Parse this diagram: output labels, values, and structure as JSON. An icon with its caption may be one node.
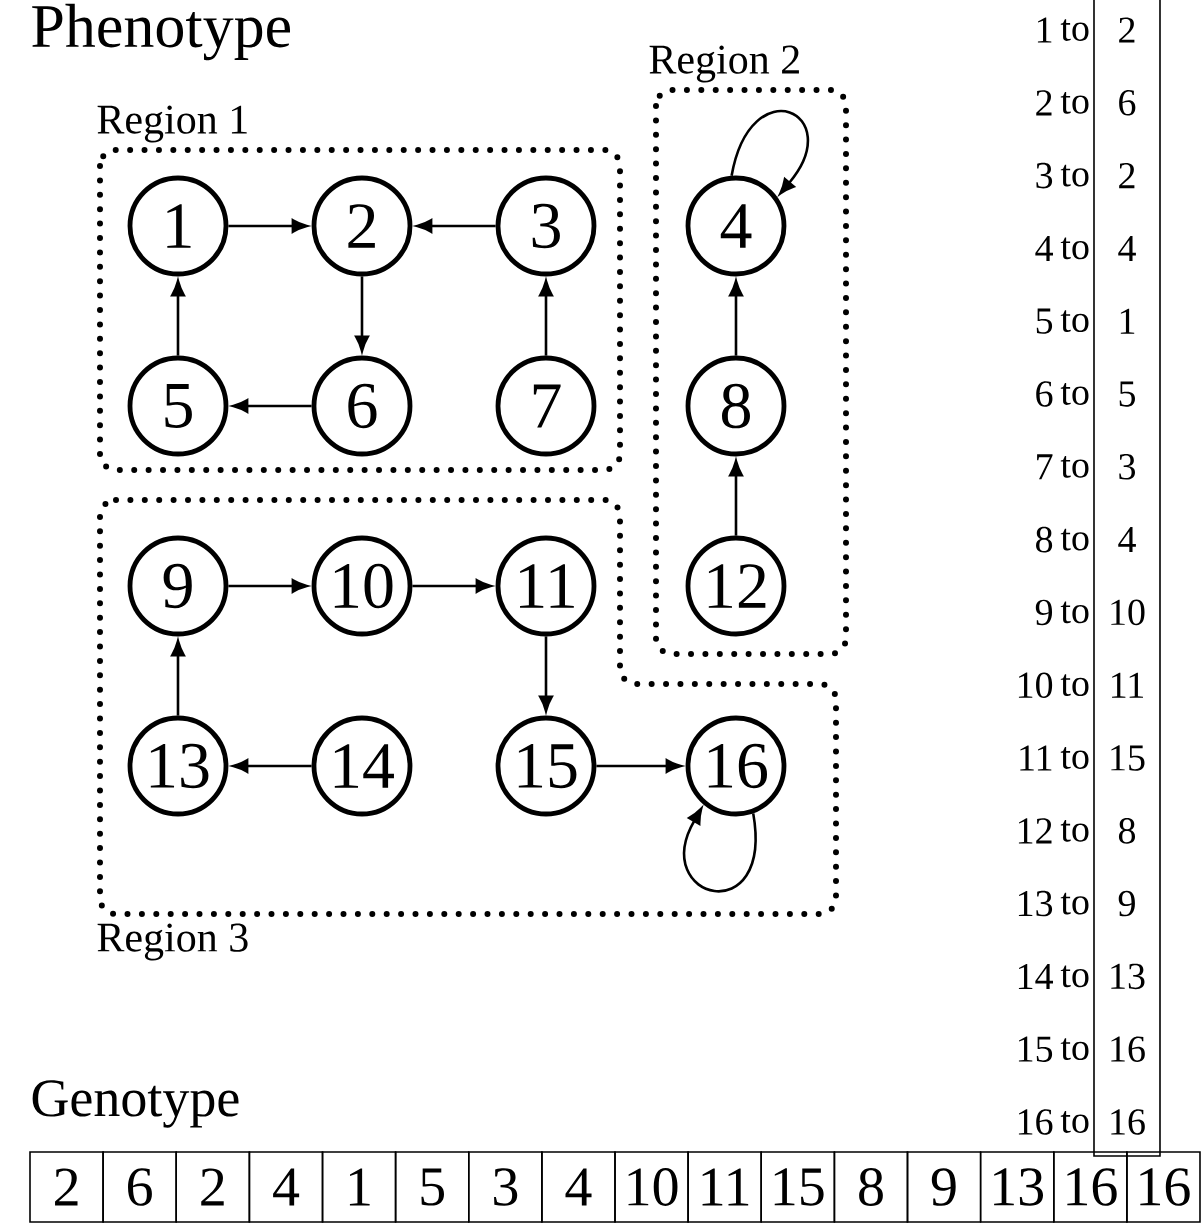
{
  "diagram": {
    "title": "Phenotype",
    "nodes": [
      {
        "text": [
          "Region 1"
        ]
      },
      {
        "text": [
          "1"
        ],
        "in": 0
      },
      {
        "text": [
          "2"
        ],
        "in": 0
      },
      {
        "text": [
          "3"
        ],
        "in": 0
      },
      {
        "text": [
          "5"
        ],
        "in": 0
      },
      {
        "text": [
          "6"
        ],
        "in": 0
      },
      {
        "text": [
          "7"
        ],
        "in": 0
      },
      {
        "text": [
          "Region 2"
        ]
      },
      {
        "text": [
          "4"
        ],
        "in": 7
      },
      {
        "text": [
          "8"
        ],
        "in": 7
      },
      {
        "text": [
          "12"
        ],
        "in": 7
      },
      {
        "text": [
          "Region 3"
        ]
      },
      {
        "text": [
          "9"
        ],
        "in": 11
      },
      {
        "text": [
          "10"
        ],
        "in": 11
      },
      {
        "text": [
          "11"
        ],
        "in": 11
      },
      {
        "text": [
          "13"
        ],
        "in": 11
      },
      {
        "text": [
          "14"
        ],
        "in": 11
      },
      {
        "text": [
          "15"
        ],
        "in": 11
      },
      {
        "text": [
          "16"
        ],
        "in": 11
      }
    ],
    "edges": [
      {
        "from": 1,
        "to": 2,
        "arrow": "to"
      },
      {
        "from": 3,
        "to": 2,
        "arrow": "to"
      },
      {
        "from": 2,
        "to": 5,
        "arrow": "to"
      },
      {
        "from": 5,
        "to": 4,
        "arrow": "to"
      },
      {
        "from": 4,
        "to": 1,
        "arrow": "to"
      },
      {
        "from": 6,
        "to": 3,
        "arrow": "to"
      },
      {
        "from": 8,
        "to": 8,
        "arrow": "to"
      },
      {
        "from": 9,
        "to": 8,
        "arrow": "to"
      },
      {
        "from": 10,
        "to": 9,
        "arrow": "to"
      },
      {
        "from": 12,
        "to": 13,
        "arrow": "to"
      },
      {
        "from": 13,
        "to": 14,
        "arrow": "to"
      },
      {
        "from": 14,
        "to": 17,
        "arrow": "to"
      },
      {
        "from": 17,
        "to": 18,
        "arrow": "to"
      },
      {
        "from": 18,
        "to": 18,
        "arrow": "to"
      },
      {
        "from": 15,
        "to": 12,
        "arrow": "to"
      },
      {
        "from": 16,
        "to": 15,
        "arrow": "to"
      }
    ],
    "labels": [
      "1",
      "to",
      "2",
      "2",
      "to",
      "6",
      "3",
      "to",
      "2",
      "4",
      "to",
      "4",
      "5",
      "to",
      "1",
      "6",
      "to",
      "5",
      "7",
      "to",
      "3",
      "8",
      "to",
      "4",
      "9",
      "to",
      "10",
      "10",
      "to",
      "11",
      "11",
      "to",
      "15",
      "12",
      "to",
      "8",
      "13",
      "to",
      "9",
      "14",
      "to",
      "13",
      "15",
      "to",
      "16",
      "16",
      "to",
      "16",
      "Genotype",
      "2",
      "6",
      "2",
      "4",
      "1",
      "5",
      "3",
      "4",
      "10",
      "11",
      "15",
      "8",
      "9",
      "13",
      "16",
      "16"
    ]
  }
}
